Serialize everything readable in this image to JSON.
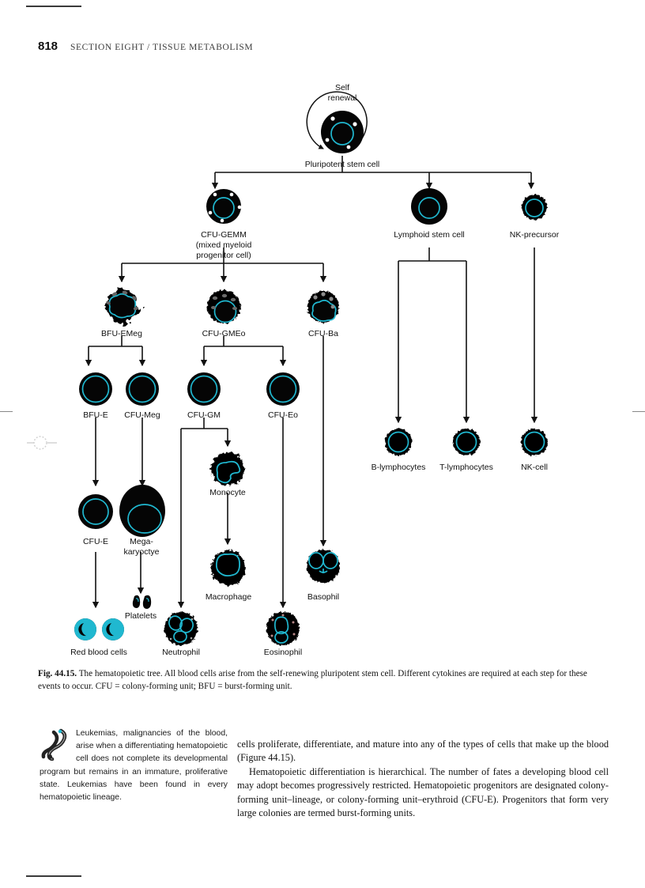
{
  "page": {
    "folio": "818",
    "running_head": "SECTION EIGHT / TISSUE METABOLISM"
  },
  "figure": {
    "caption_label": "Fig. 44.15.",
    "caption_text": " The hematopoietic tree. All blood cells arise from the self-renewing pluripotent stem cell. Different cytokines are required at each step for these events to occur. CFU = colony-forming unit; BFU = burst-forming unit.",
    "self_renewal_line1": "Self",
    "self_renewal_line2": "renewal",
    "nodes": {
      "stem": "Pluripotent stem cell",
      "cfu_gemm_l1": "CFU-GEMM",
      "cfu_gemm_l2": "(mixed myeloid",
      "cfu_gemm_l3": "progenitor cell)",
      "lymphoid": "Lymphoid stem cell",
      "nk_precursor": "NK-precursor",
      "bfu_emeg": "BFU-EMeg",
      "cfu_gmeo": "CFU-GMEo",
      "cfu_ba": "CFU-Ba",
      "bfu_e": "BFU-E",
      "cfu_meg": "CFU-Meg",
      "cfu_gm": "CFU-GM",
      "cfu_eo": "CFU-Eo",
      "cfu_e": "CFU-E",
      "mega_l1": "Mega-",
      "mega_l2": "karyoctye",
      "monocyte": "Monocyte",
      "macrophage": "Macrophage",
      "basophil": "Basophil",
      "platelets": "Platelets",
      "red_blood_cells": "Red blood cells",
      "neutrophil": "Neutrophil",
      "eosinophil": "Eosinophil",
      "b_lymphocytes": "B-lymphocytes",
      "t_lymphocytes": "T-lymphocytes",
      "nk_cell": "NK-cell"
    },
    "colors": {
      "nucleus_cyan": "#20b8d0",
      "cell_black": "#050505",
      "connector": "#111111"
    }
  },
  "body": {
    "clinical_note": "Leukemias, malignancies of the blood, arise when a differentiating hematopoietic cell does not complete its developmental program but remains in an immature, proliferative state. Leukemias have been found in every hematopoietic lineage.",
    "main_para_1": "cells proliferate, differentiate, and mature into any of the types of cells that make up the blood (Figure 44.15).",
    "main_para_2": "Hematopoietic differentiation is hierarchical. The number of fates a developing blood cell may adopt becomes progressively restricted. Hematopoietic progenitors are designated colony-forming unit–lineage, or colony-forming unit–erythroid (CFU-E). Progenitors that form very large colonies are termed burst-forming units."
  }
}
